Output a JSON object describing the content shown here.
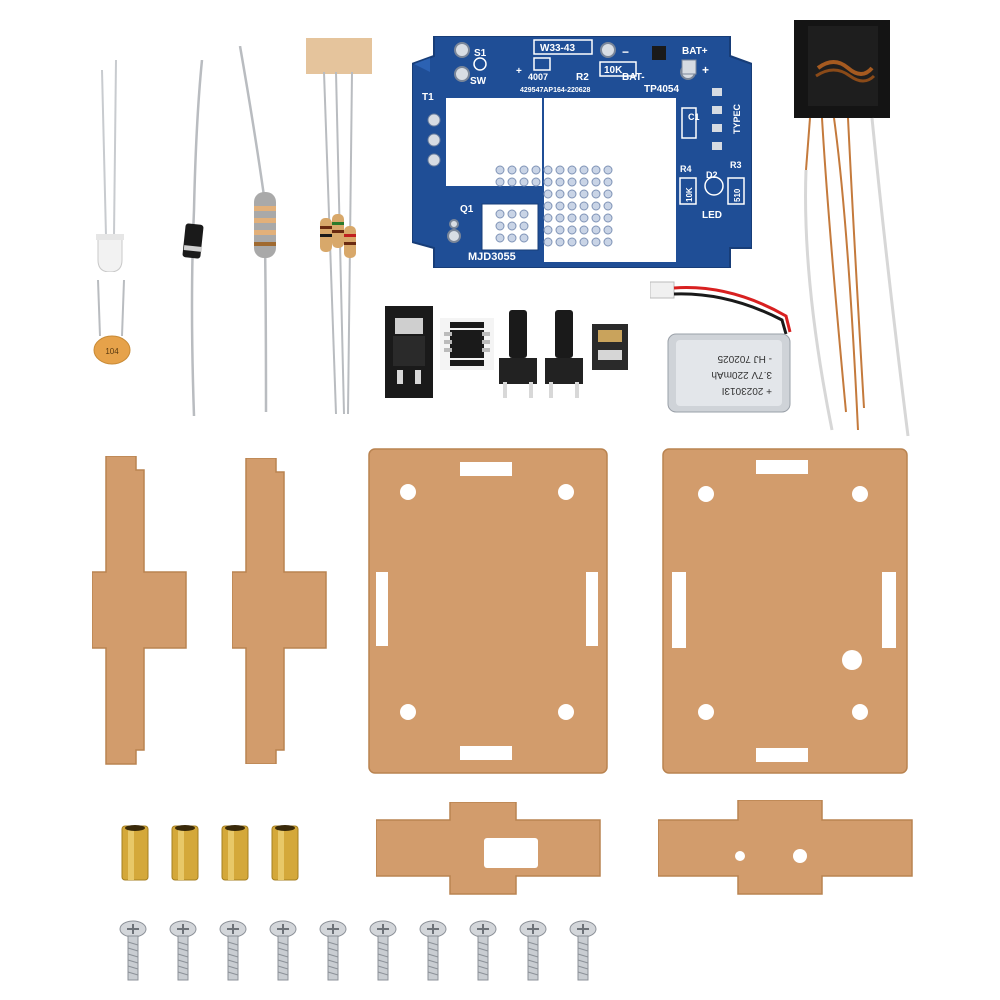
{
  "pcb": {
    "label_t1": "T1",
    "label_s1": "S1",
    "label_sw": "SW",
    "label_ref": "W33-43",
    "label_r2_val": "10K",
    "label_diode": "4007",
    "label_r2": "R2",
    "label_bat_plus": "BAT+",
    "label_bat_minus": "BAT-",
    "label_batch": "429547AP164-220628",
    "label_ic": "TP4054",
    "label_c1": "C1",
    "label_typec": "TYPEC",
    "label_r4": "R4",
    "label_r3": "R3",
    "label_d2": "D2",
    "label_r4_val": "10K",
    "label_r3_val": "510",
    "label_led": "LED",
    "label_q1": "Q1",
    "label_transistor": "MJD3055",
    "label_plus": "+",
    "label_minus": "−"
  },
  "capacitor": {
    "code": "104"
  },
  "battery": {
    "line1": "+ 2023013I",
    "line2": "3.7V 220mAh",
    "line3": "- HJ 702025"
  },
  "colors": {
    "pcb_blue": "#1f4e96",
    "pcb_white": "#ffffff",
    "cardboard": "#d29c6c",
    "brass": "#d4a83a",
    "screw_steel": "#c9cdd2",
    "ferrite_black": "#141414",
    "copper_wire": "#c47a3c"
  },
  "icons": [
    "led-icon",
    "diode-icon",
    "resistor-icon",
    "capacitor-icon",
    "transformer-icon",
    "push-button-icon",
    "battery-icon",
    "standoff-icon",
    "screw-icon"
  ]
}
